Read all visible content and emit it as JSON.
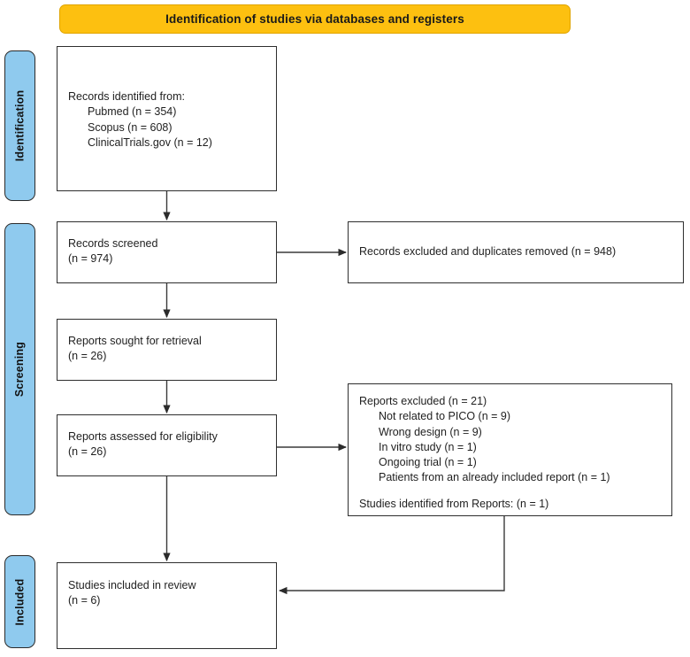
{
  "diagram": {
    "type": "PRISMA flow diagram",
    "phase_banner": "Identification of studies via databases and registers",
    "colors": {
      "banner_fill": "#FDC010",
      "stage_label_fill": "#8FCAEE",
      "box_border": "#2e2e2e",
      "connector": "#3a3a3a"
    }
  },
  "stages": {
    "identification": "Identification",
    "screening": "Screening",
    "included": "Included"
  },
  "boxes": {
    "records_identified": {
      "name": "Records identified from",
      "lines": [
        "Records identified from:",
        "Pubmed (n = 354)",
        "Scopus (n = 608)",
        "ClinicalTrials.gov (n = 12)"
      ]
    },
    "records_screened": {
      "lines": [
        "Records screened",
        "(n = 974)"
      ]
    },
    "records_excluded": {
      "lines": [
        "Records excluded and duplicates removed (n = 948)"
      ]
    },
    "reports_sought": {
      "lines": [
        "Reports sought for retrieval",
        "(n = 26)"
      ]
    },
    "reports_assessed": {
      "lines": [
        "Reports assessed for eligibility",
        "(n = 26)"
      ]
    },
    "reports_excluded": {
      "lines": [
        "Reports excluded  (n = 21)",
        "Not related to PICO (n = 9)",
        "Wrong design (n = 9)",
        "In vitro study (n = 1)",
        "Ongoing trial (n = 1)",
        "Patients from an already included report (n = 1)",
        "Studies identified from Reports: (n = 1)"
      ]
    },
    "studies_included": {
      "lines": [
        "Studies included in review",
        "(n = 6)"
      ]
    }
  },
  "chart_data": {
    "type": "diagram",
    "title": "Identification of studies via databases and registers",
    "nodes": [
      {
        "id": "records_identified",
        "stage": "Identification",
        "label": "Records identified from",
        "counts": {
          "Pubmed": 354,
          "Scopus": 608,
          "ClinicalTrials.gov": 12
        }
      },
      {
        "id": "records_screened",
        "stage": "Screening",
        "label": "Records screened",
        "n": 974
      },
      {
        "id": "records_excluded",
        "stage": "Screening",
        "label": "Records excluded and duplicates removed",
        "n": 948
      },
      {
        "id": "reports_sought",
        "stage": "Screening",
        "label": "Reports sought for retrieval",
        "n": 26
      },
      {
        "id": "reports_assessed",
        "stage": "Screening",
        "label": "Reports assessed for eligibility",
        "n": 26
      },
      {
        "id": "reports_excluded",
        "stage": "Screening",
        "label": "Reports excluded",
        "n": 21,
        "reasons": {
          "Not related to PICO": 9,
          "Wrong design": 9,
          "In vitro study": 1,
          "Ongoing trial": 1,
          "Patients from an already included report": 1
        },
        "studies_identified_from_reports": 1
      },
      {
        "id": "studies_included",
        "stage": "Included",
        "label": "Studies included in review",
        "n": 6
      }
    ],
    "edges": [
      {
        "from": "records_identified",
        "to": "records_screened"
      },
      {
        "from": "records_screened",
        "to": "records_excluded"
      },
      {
        "from": "records_screened",
        "to": "reports_sought"
      },
      {
        "from": "reports_sought",
        "to": "reports_assessed"
      },
      {
        "from": "reports_assessed",
        "to": "reports_excluded"
      },
      {
        "from": "reports_assessed",
        "to": "studies_included"
      },
      {
        "from": "reports_excluded",
        "to": "studies_included"
      }
    ]
  }
}
